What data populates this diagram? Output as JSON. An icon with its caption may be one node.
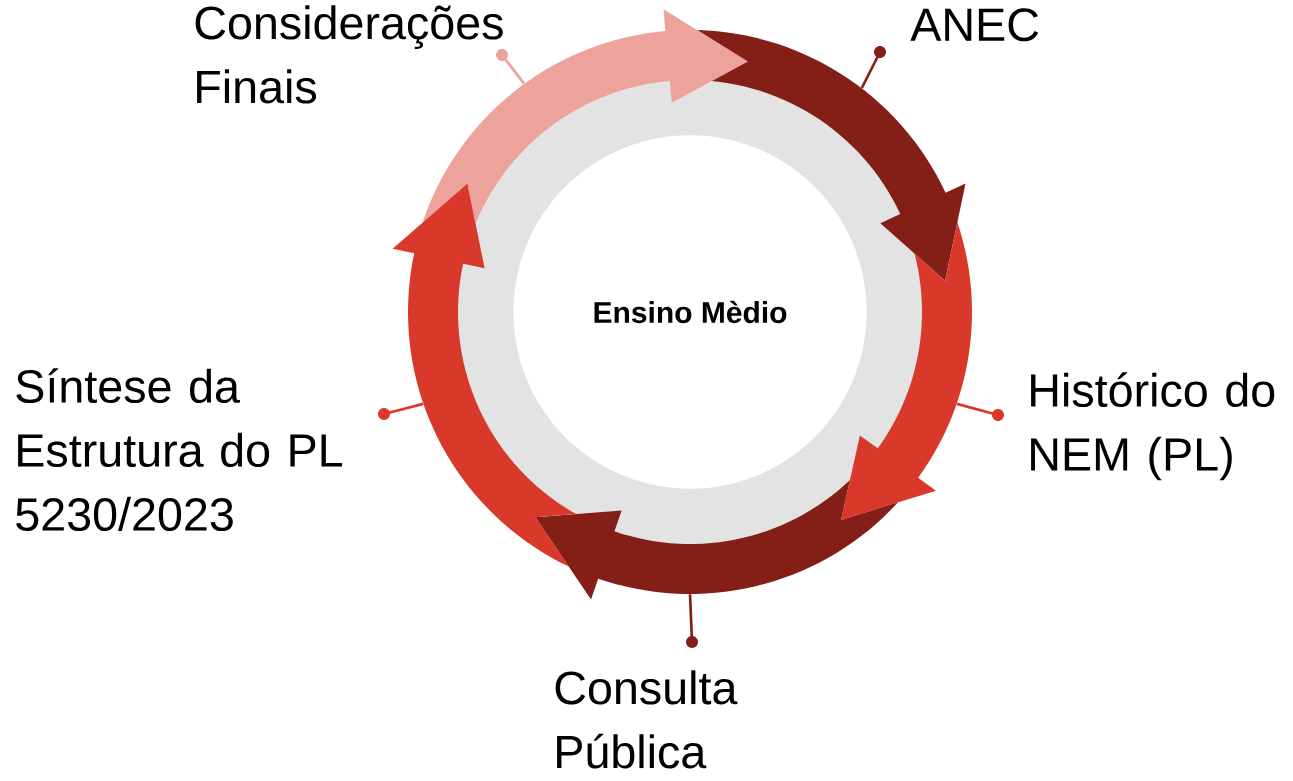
{
  "diagram": {
    "nodes": [
      {
        "text": [
          "Considerações Finais"
        ]
      },
      {
        "text": [
          "ANEC"
        ]
      },
      {
        "text": [
          "Histórico do NEM (PL)"
        ]
      },
      {
        "text": [
          "Síntese da Estrutura do PL 5230/2023"
        ]
      },
      {
        "text": [
          "Consulta Pública"
        ]
      },
      {
        "text": [
          "Ensino Mèdio"
        ]
      },
      {
        "text": [],
        "shape": "arc"
      },
      {
        "text": [],
        "shape": "arc"
      },
      {
        "text": [],
        "shape": "arc"
      },
      {
        "text": [],
        "shape": "arc"
      },
      {
        "text": [],
        "shape": "arc"
      }
    ],
    "edges": [
      {
        "from": 0,
        "to": 6,
        "arrow": "none",
        "color": "#eda39b"
      },
      {
        "from": 1,
        "to": 7,
        "arrow": "none",
        "color": "#841f18"
      },
      {
        "from": 2,
        "to": 8,
        "arrow": "none",
        "color": "#d9392b"
      },
      {
        "from": 3,
        "to": 10,
        "arrow": "none",
        "color": "#d9392b"
      },
      {
        "from": 4,
        "to": 9,
        "arrow": "none",
        "color": "#841f18"
      }
    ]
  }
}
